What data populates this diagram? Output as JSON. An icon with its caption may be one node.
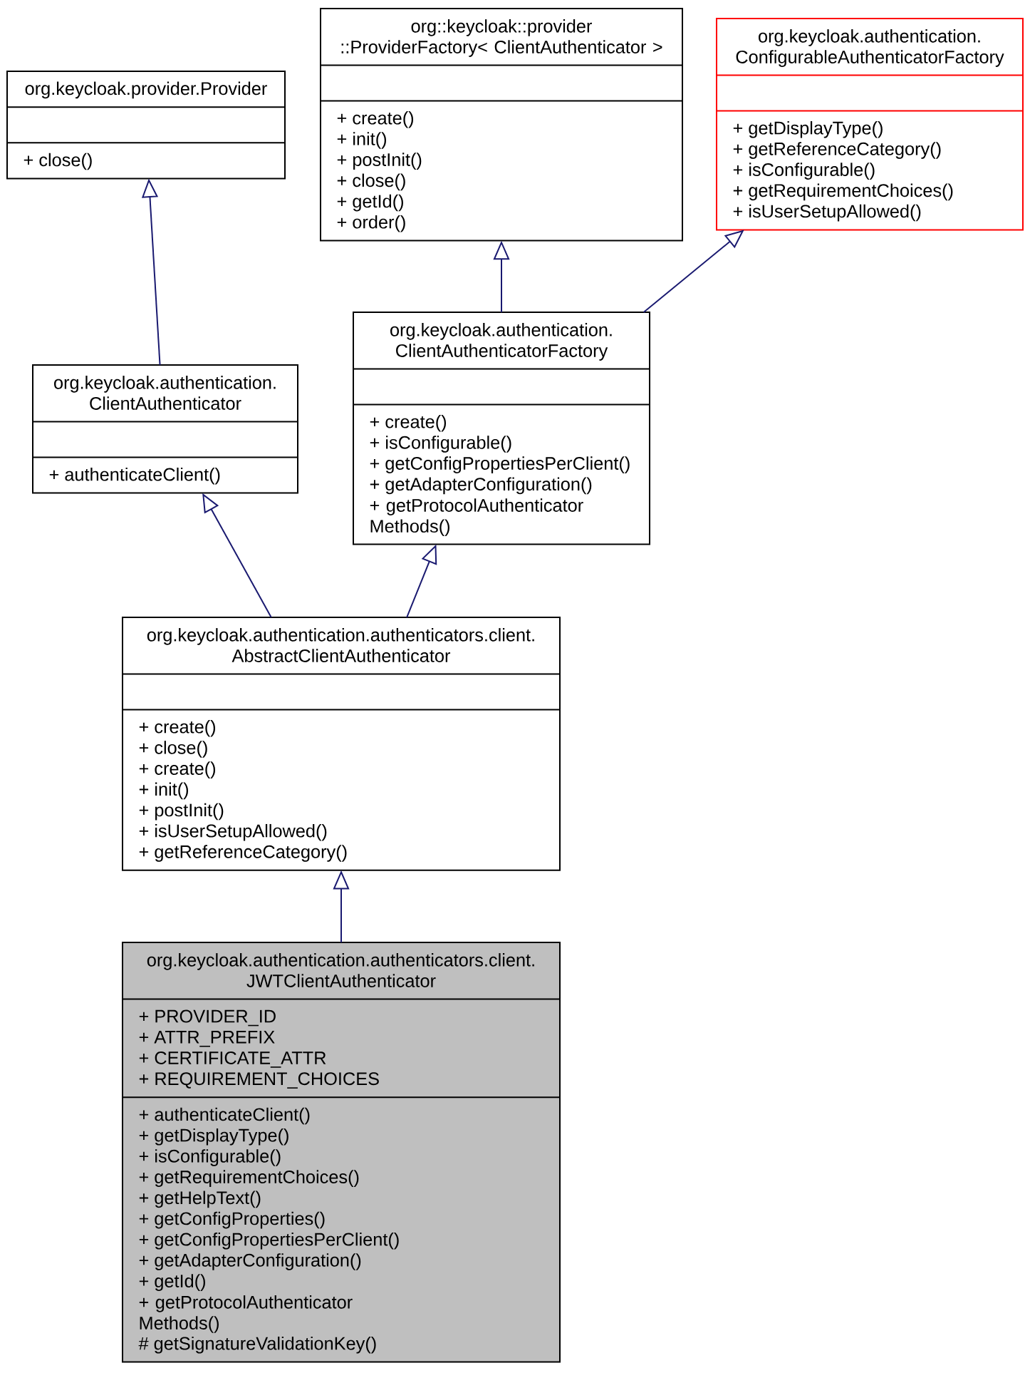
{
  "diagram": {
    "nodes": [
      {
        "text": [
          "org.keycloak.provider.Provider",
          "+ close()"
        ]
      },
      {
        "text": [
          "org::keycloak::provider ::ProviderFactory< ClientAuthenticator >",
          "+ create()",
          "+ init()",
          "+ postInit()",
          "+ close()",
          "+ getId()",
          "+ order()"
        ]
      },
      {
        "text": [
          "org.keycloak.authentication. ConfigurableAuthenticatorFactory",
          "+ getDisplayType()",
          "+ getReferenceCategory()",
          "+ isConfigurable()",
          "+ getRequirementChoices()",
          "+ isUserSetupAllowed()"
        ]
      },
      {
        "text": [
          "org.keycloak.authentication. ClientAuthenticator",
          "+ authenticateClient()"
        ]
      },
      {
        "text": [
          "org.keycloak.authentication. ClientAuthenticatorFactory",
          "+ create()",
          "+ isConfigurable()",
          "+ getConfigPropertiesPerClient()",
          "+ getAdapterConfiguration()",
          "+ getProtocolAuthenticator Methods()"
        ]
      },
      {
        "text": [
          "org.keycloak.authentication.authenticators.client. AbstractClientAuthenticator",
          "+ create()",
          "+ close()",
          "+ create()",
          "+ init()",
          "+ postInit()",
          "+ isUserSetupAllowed()",
          "+ getReferenceCategory()"
        ]
      },
      {
        "text": [
          "org.keycloak.authentication.authenticators.client. JWTClientAuthenticator",
          "+ PROVIDER_ID",
          "+ ATTR_PREFIX",
          "+ CERTIFICATE_ATTR",
          "+ REQUIREMENT_CHOICES",
          "+ authenticateClient()",
          "+ getDisplayType()",
          "+ isConfigurable()",
          "+ getRequirementChoices()",
          "+ getHelpText()",
          "+ getConfigProperties()",
          "+ getConfigPropertiesPerClient()",
          "+ getAdapterConfiguration()",
          "+ getId()",
          "+ getProtocolAuthenticator Methods()",
          "# getSignatureValidationKey()"
        ]
      }
    ],
    "edges": [
      {
        "from": 3,
        "to": 0,
        "arrow": "to"
      },
      {
        "from": 4,
        "to": 1,
        "arrow": "to"
      },
      {
        "from": 4,
        "to": 2,
        "arrow": "to"
      },
      {
        "from": 5,
        "to": 3,
        "arrow": "to"
      },
      {
        "from": 5,
        "to": 4,
        "arrow": "to"
      },
      {
        "from": 6,
        "to": 5,
        "arrow": "to"
      }
    ]
  }
}
